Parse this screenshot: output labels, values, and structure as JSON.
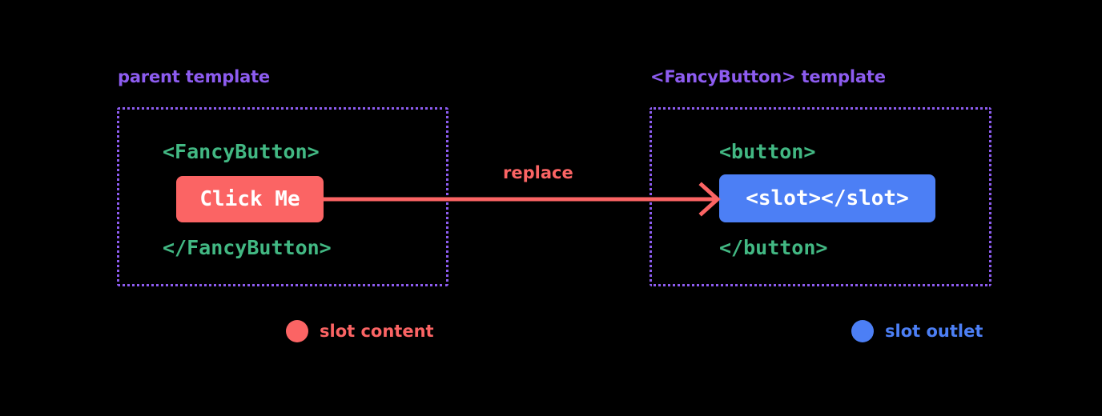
{
  "diagram": {
    "background_color": "#000000",
    "title_color": "#8d5cf0",
    "tag_color": "#42b883",
    "slot_content_color": "#fb6464",
    "slot_outlet_color": "#4c7ff5",
    "panels": [
      {
        "label": "parent template",
        "code_open": "<FancyButton>",
        "chip_text": "Click Me",
        "code_close": "</FancyButton>"
      },
      {
        "label": "<FancyButton> template",
        "code_open": "<button>",
        "chip_text": "<slot></slot>",
        "code_close": "</button>"
      }
    ],
    "arrow": {
      "label": "replace",
      "color": "#fb6464"
    },
    "legend": [
      {
        "label": "slot content",
        "color": "#fb6464"
      },
      {
        "label": "slot outlet",
        "color": "#4c7ff5"
      }
    ]
  }
}
